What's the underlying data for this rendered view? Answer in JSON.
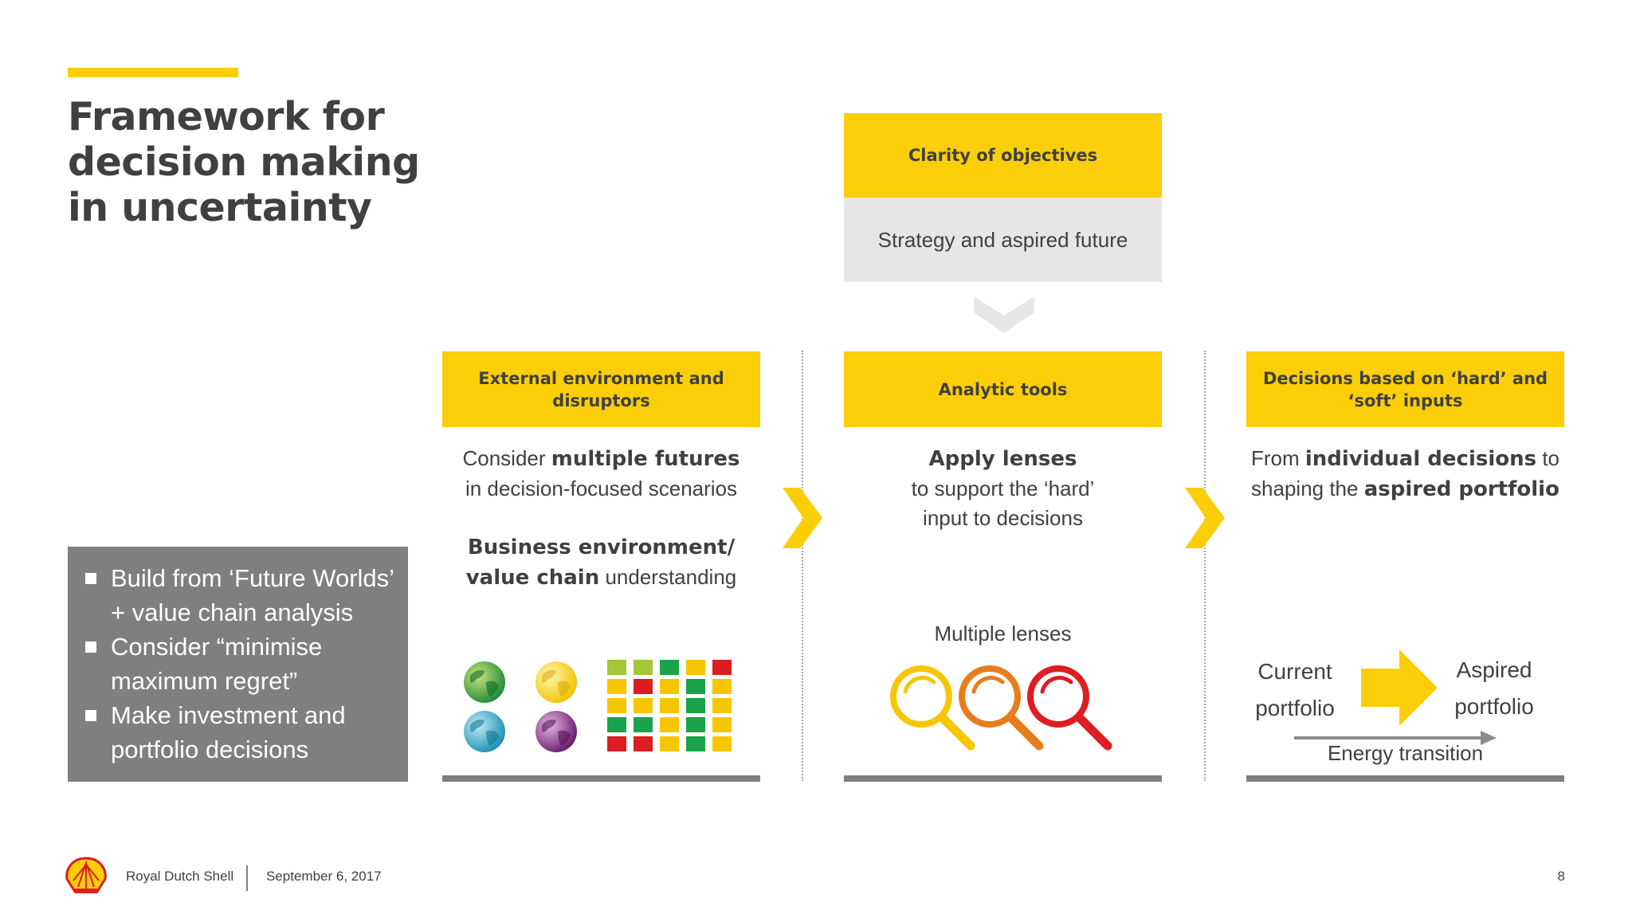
{
  "title": "Framework for decision making in uncertainty",
  "bullets": [
    "Build from ‘Future Worlds’ + value chain analysis",
    "Consider “minimise maximum regret”",
    "Make investment and portfolio decisions"
  ],
  "objectives": {
    "header": "Clarity of objectives",
    "subtitle": "Strategy and aspired future"
  },
  "columns": {
    "external": {
      "header": "External environment and disruptors",
      "line1_pre": "Consider ",
      "line1_bold": "multiple futures",
      "line2": "in decision-focused scenarios",
      "line3_bold": "Business environment/",
      "line4_bold": "value chain",
      "line4_post": " understanding"
    },
    "analytic": {
      "header": "Analytic tools",
      "line1_bold": "Apply lenses",
      "line2": "to support the ‘hard’",
      "line3": "input to decisions",
      "lenses_label": "Multiple lenses"
    },
    "decisions": {
      "header": "Decisions based on ‘hard’ and ‘soft’ inputs",
      "line1_pre": "From ",
      "line1_bold": "individual decisions",
      "line1_post": " to",
      "line2_pre": "shaping the ",
      "line2_bold": "aspired portfolio",
      "current": "Current portfolio",
      "aspired": "Aspired portfolio",
      "transition": "Energy transition"
    }
  },
  "footer": {
    "company": "Royal Dutch Shell",
    "date": "September 6, 2017",
    "page": "8"
  },
  "colors": {
    "yellow": "#fbce07",
    "grey": "#7f7f7f",
    "light_grey": "#e6e6e6",
    "text": "#404040",
    "lens_yellow": "#f7c600",
    "lens_orange": "#e97c1e",
    "lens_red": "#dd1d21"
  },
  "icons": [
    "globe-icon",
    "heatmap-grid-icon",
    "magnifier-icon",
    "chevron-right-icon",
    "chevron-down-icon",
    "arrow-right-icon",
    "shell-logo"
  ]
}
